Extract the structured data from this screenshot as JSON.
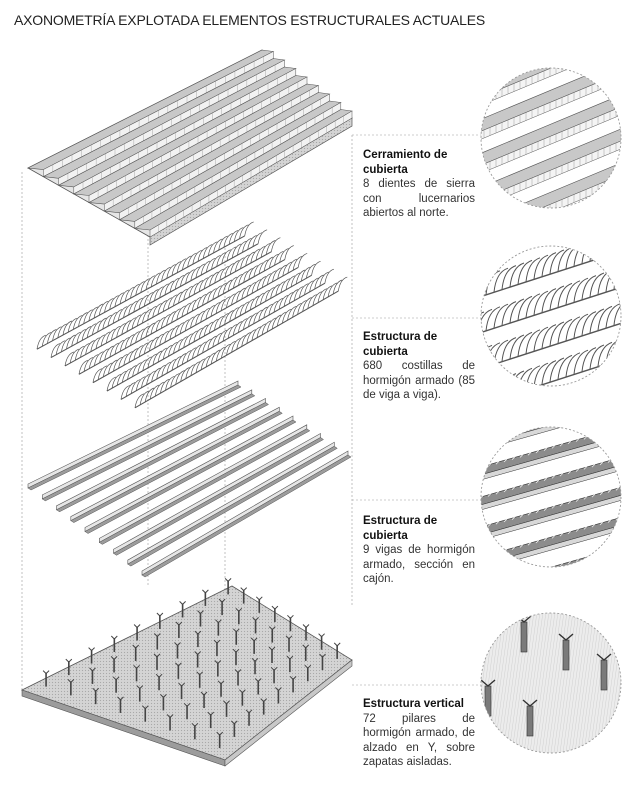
{
  "title": "AXONOMETRÍA EXPLOTADA  ELEMENTOS ESTRUCTURALES ACTUALES",
  "layers": [
    {
      "heading_line1": "Cerramiento de",
      "heading_line2": "cubierta",
      "description": "8 dientes de sierra con lucernarios abiertos al norte."
    },
    {
      "heading_line1": "Estructura de",
      "heading_line2": "cubierta",
      "description": "680 costillas de hormigón armado (85 de viga a viga)."
    },
    {
      "heading_line1": "Estructura de",
      "heading_line2": "cubierta",
      "description": "9 vigas de hormigón armado, sección en cajón."
    },
    {
      "heading_line1": "Estructura vertical",
      "heading_line2": "",
      "description": "72 pilares de hormigón armado, de alzado en Y, sobre zapatas aisladas."
    }
  ],
  "counts": {
    "sawtooth_teeth": 8,
    "beams": 9,
    "pillars": 72
  },
  "colors": {
    "line": "#555555",
    "guide": "#9a9a9a",
    "fill_light": "#e6e6e6",
    "fill_mid": "#c8c8c8",
    "fill_dark": "#9c9c9c"
  }
}
